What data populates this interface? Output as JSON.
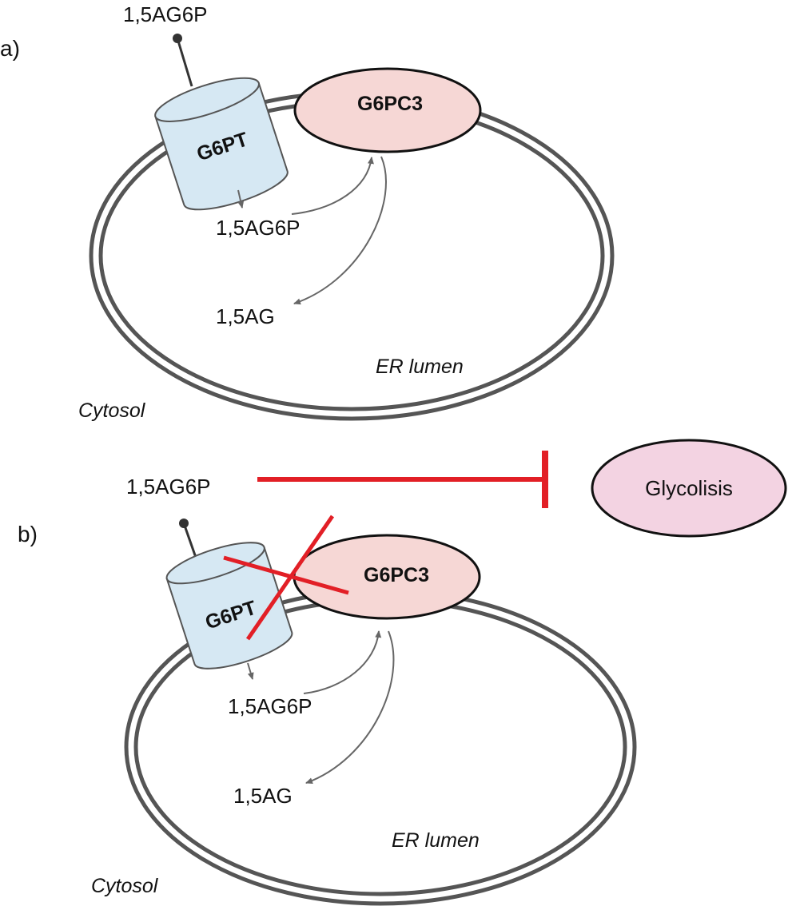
{
  "panels": [
    {
      "label": "a)",
      "substrate_outside": "1,5AG6P",
      "transporter": "G6PT",
      "enzyme": "G6PC3",
      "substrate_inside": "1,5AG6P",
      "product": "1,5AG",
      "lumen": "ER lumen",
      "cytosol": "Cytosol"
    },
    {
      "label": "b)",
      "substrate_outside": "1,5AG6P",
      "transporter": "G6PT",
      "enzyme": "G6PC3",
      "substrate_inside": "1,5AG6P",
      "product": "1,5AG",
      "lumen": "ER lumen",
      "cytosol": "Cytosol",
      "inhibited_target": "Glycolisis"
    }
  ],
  "colors": {
    "transporter_fill": "#d6e8f3",
    "enzyme_fill": "#f6d7d5",
    "glycolysis_fill": "#f3d3e2",
    "inhibition_red": "#e21f26",
    "membrane": "#555555"
  }
}
